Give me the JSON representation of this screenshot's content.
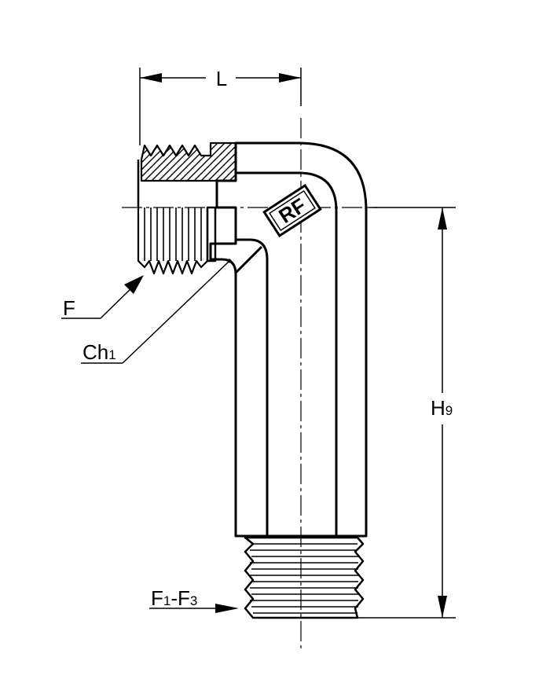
{
  "labels": {
    "length": "L",
    "height_main": "H",
    "height_sub": "9",
    "thread_f": "F",
    "chamfer_main": "Ch",
    "chamfer_sub": "1",
    "thread_f1_main": "F",
    "thread_f1_sub": "1",
    "thread_dash": "-",
    "thread_f3_main": "F",
    "thread_f3_sub": "3"
  },
  "logo": {
    "text": "RF"
  },
  "colors": {
    "stroke": "#000000",
    "background": "#ffffff"
  }
}
